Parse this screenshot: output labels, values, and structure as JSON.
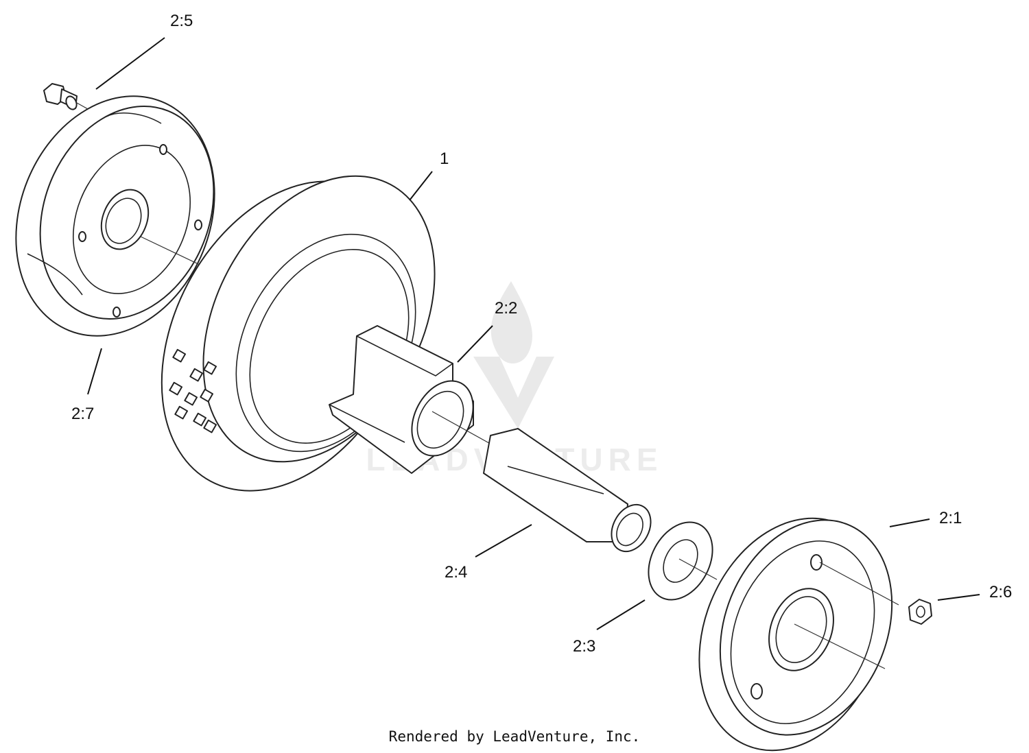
{
  "callouts": {
    "c_2_5": "2:5",
    "c_1": "1",
    "c_2_2": "2:2",
    "c_2_7": "2:7",
    "c_2_1": "2:1",
    "c_2_4": "2:4",
    "c_2_6": "2:6",
    "c_2_3": "2:3"
  },
  "watermark": {
    "text": "LEADVENTURE"
  },
  "footer": {
    "credit": "Rendered by LeadVenture, Inc."
  },
  "colors": {
    "line": "#222222",
    "watermark": "#e9e9e9",
    "background": "#ffffff"
  }
}
